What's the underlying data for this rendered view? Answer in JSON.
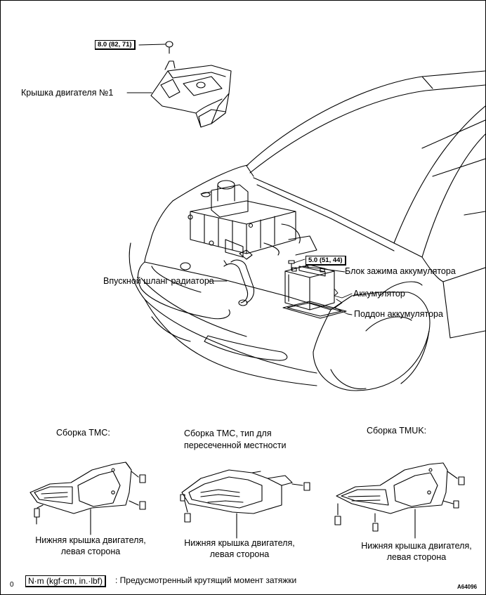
{
  "torque": {
    "cover_nut": "8.0 (82, 71)",
    "clamp_bolt": "5.0 (51, 44)"
  },
  "labels": {
    "engine_cover": "Крышка двигателя №1",
    "radiator_hose": "Впускной шланг радиатора",
    "battery_clamp": "Блок зажима аккумулятора",
    "battery": "Аккумулятор",
    "battery_tray": "Поддон аккумулятора"
  },
  "assemblies": [
    {
      "title": "Сборка TMC:",
      "part": "Нижняя крышка двигателя,\nлевая сторона"
    },
    {
      "title": "Сборка TMC, тип для\nпересеченной местности",
      "part": "Нижняя крышка двигателя,\nлевая сторона"
    },
    {
      "title": "Сборка TMUK:",
      "part": "Нижняя крышка двигателя,\nлевая сторона"
    }
  ],
  "legend": {
    "unit_box": "N·m (kgf·cm, in.·lbf)",
    "text": ": Предусмотренный крутящий момент затяжки"
  },
  "page_mark": "0",
  "figure_code": "A64096"
}
